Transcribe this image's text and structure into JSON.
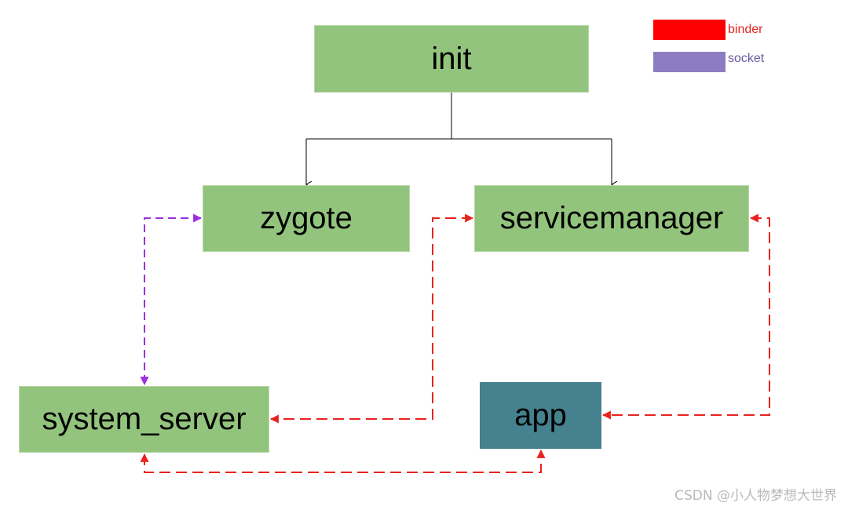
{
  "nodes": {
    "init": "init",
    "zygote": "zygote",
    "servicemanager": "servicemanager",
    "system_server": "system_server",
    "app": "app"
  },
  "legend": [
    {
      "label": "binder",
      "color": "#ff0000",
      "text_color": "#e8231f"
    },
    {
      "label": "socket",
      "color": "#8e7cc3",
      "text_color": "#6a5a9e"
    }
  ],
  "colors": {
    "node_fill": "#93c47d",
    "app_fill": "#45818e",
    "binder_line": "#e8231f",
    "socket_line": "#9b30e0",
    "tree_line": "#000000"
  },
  "watermark": "CSDN @小人物梦想大世界"
}
